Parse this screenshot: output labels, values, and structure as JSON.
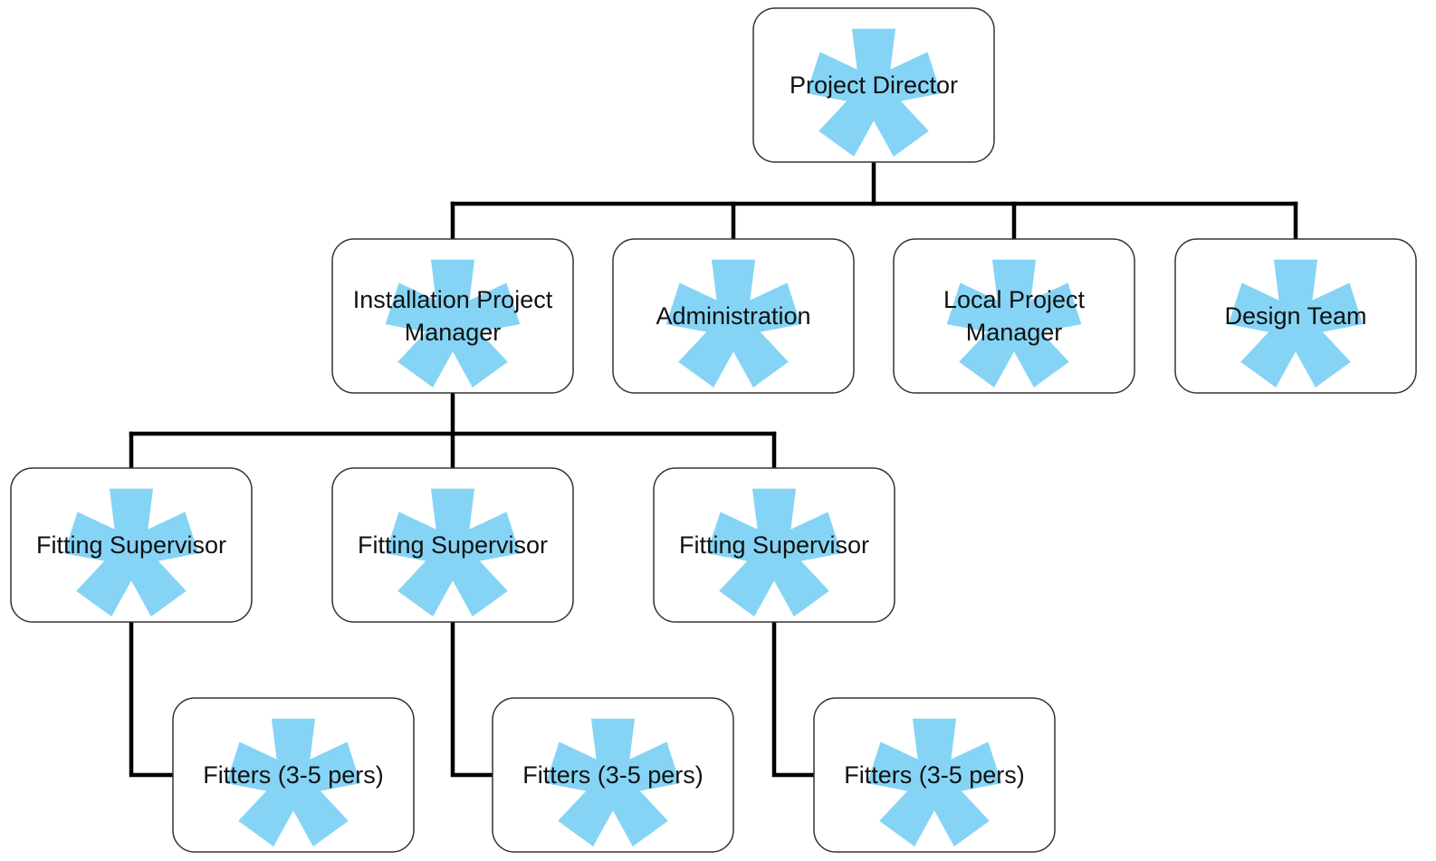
{
  "accent_colors": {
    "connector": "#000000",
    "box_border": "#333333",
    "box_fill": "#ffffff",
    "decoration": "#85d4f5",
    "text": "#111111"
  },
  "decoration_icon": "asterisk-icon",
  "nodes": [
    {
      "id": "project-director",
      "name": "Project Director",
      "lines": [
        "Project Director"
      ]
    },
    {
      "id": "installation-project-manager",
      "name": "Installation Project Manager",
      "lines": [
        "Installation Project",
        "Manager"
      ]
    },
    {
      "id": "administration",
      "name": "Administration",
      "lines": [
        "Administration"
      ]
    },
    {
      "id": "local-project-manager",
      "name": "Local Project Manager",
      "lines": [
        "Local Project",
        "Manager"
      ]
    },
    {
      "id": "design-team",
      "name": "Design Team",
      "lines": [
        "Design Team"
      ]
    },
    {
      "id": "fitting-supervisor-1",
      "name": "Fitting Supervisor",
      "lines": [
        "Fitting Supervisor"
      ]
    },
    {
      "id": "fitting-supervisor-2",
      "name": "Fitting Supervisor",
      "lines": [
        "Fitting Supervisor"
      ]
    },
    {
      "id": "fitting-supervisor-3",
      "name": "Fitting Supervisor",
      "lines": [
        "Fitting Supervisor"
      ]
    },
    {
      "id": "fitters-1",
      "name": "Fitters (3-5 pers)",
      "lines": [
        "Fitters (3-5 pers)"
      ]
    },
    {
      "id": "fitters-2",
      "name": "Fitters (3-5 pers)",
      "lines": [
        "Fitters (3-5 pers)"
      ]
    },
    {
      "id": "fitters-3",
      "name": "Fitters (3-5 pers)",
      "lines": [
        "Fitters (3-5 pers)"
      ]
    }
  ],
  "edges": [
    {
      "from": "project-director",
      "to": "installation-project-manager"
    },
    {
      "from": "project-director",
      "to": "administration"
    },
    {
      "from": "project-director",
      "to": "local-project-manager"
    },
    {
      "from": "project-director",
      "to": "design-team"
    },
    {
      "from": "installation-project-manager",
      "to": "fitting-supervisor-1"
    },
    {
      "from": "installation-project-manager",
      "to": "fitting-supervisor-2"
    },
    {
      "from": "installation-project-manager",
      "to": "fitting-supervisor-3"
    },
    {
      "from": "fitting-supervisor-1",
      "to": "fitters-1"
    },
    {
      "from": "fitting-supervisor-2",
      "to": "fitters-2"
    },
    {
      "from": "fitting-supervisor-3",
      "to": "fitters-3"
    }
  ]
}
